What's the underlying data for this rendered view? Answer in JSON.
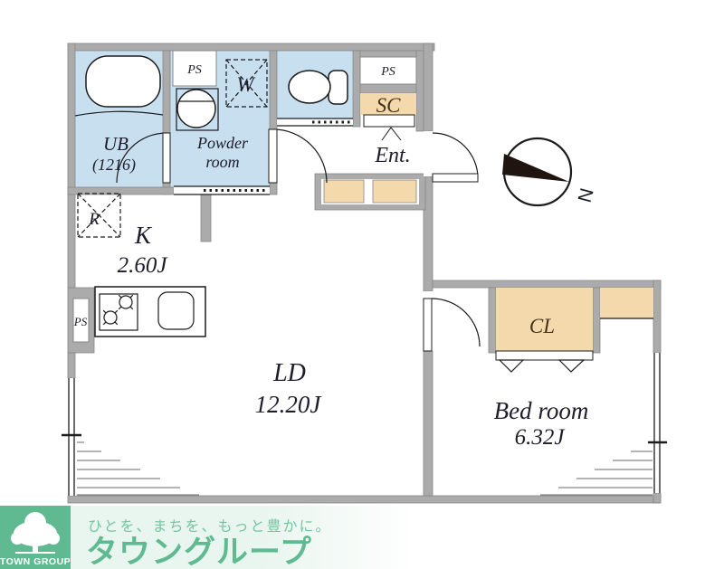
{
  "floorplan": {
    "compass": {
      "north_label": "N"
    },
    "rooms": {
      "ub": {
        "name": "UB",
        "size": "(1216)"
      },
      "powder_room": {
        "line1": "Powder",
        "line2": "room"
      },
      "kitchen": {
        "name": "K",
        "size": "2.60J"
      },
      "living_dining": {
        "name": "LD",
        "size": "12.20J"
      },
      "bedroom": {
        "name": "Bed room",
        "size": "6.32J"
      },
      "entrance": {
        "name": "Ent."
      }
    },
    "labels": {
      "ps_top_left": "PS",
      "ps_top_right": "PS",
      "ps_left_wall": "PS",
      "shoe_closet": "SC",
      "closet": "CL",
      "washer": "W",
      "refrigerator": "R"
    },
    "colors": {
      "wall": "#ababab",
      "wet_room_fill": "#c8dff0",
      "storage_fill": "#f3d9ac",
      "line": "#1c1c1c",
      "text": "#1d1d2b"
    }
  },
  "footer": {
    "company_en": "TOWN GROUP",
    "slogan": "ひとを、まちを、もっと豊かに。",
    "brand": "タウングループ",
    "brand_green": "#5fba92",
    "band_green": "#e9f5ef"
  }
}
